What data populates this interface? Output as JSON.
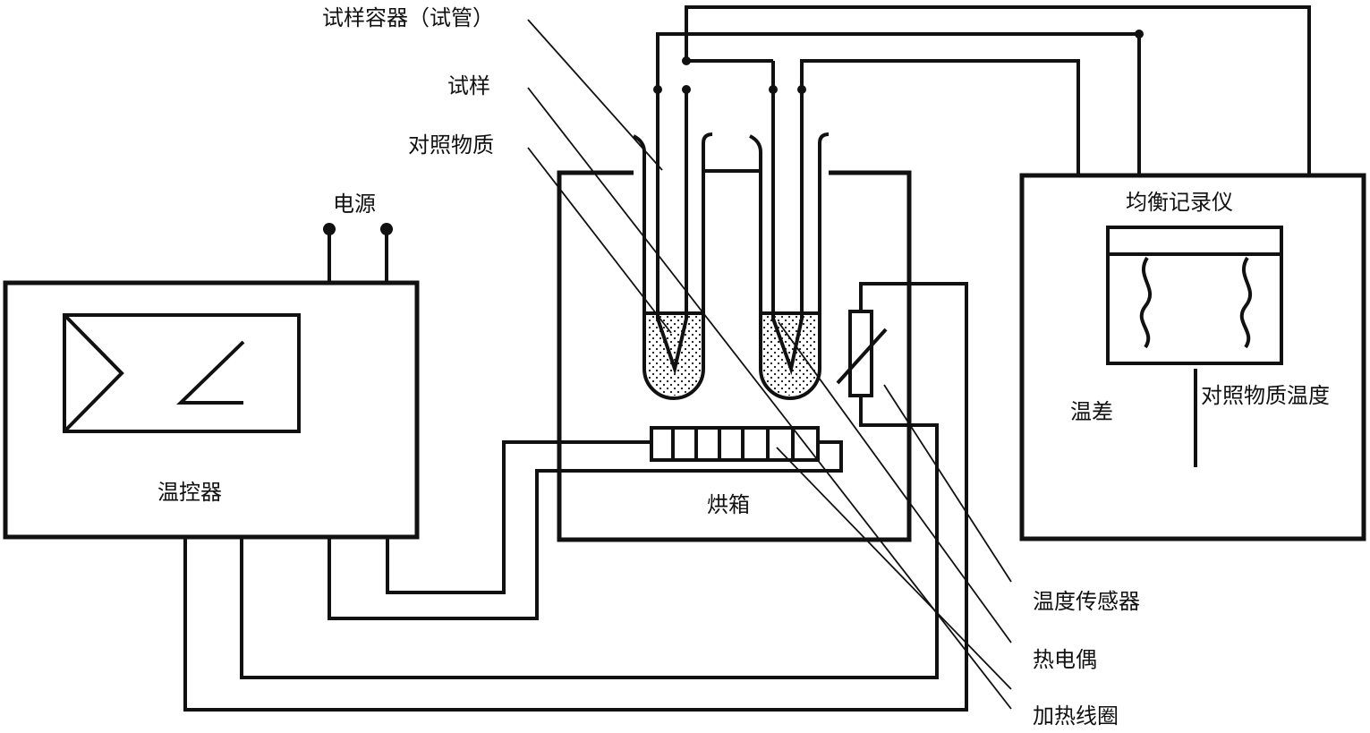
{
  "labels": {
    "sample_container": "试样容器（试管）",
    "sample": "试样",
    "reference": "对照物质",
    "power": "电源",
    "temp_controller": "温控器",
    "oven": "烘箱",
    "recorder": "均衡记录仪",
    "temp_diff": "温差",
    "ref_temp": "对照物质温度",
    "temp_sensor": "温度传感器",
    "thermocouple": "热电偶",
    "heating_coil": "加热线圈"
  }
}
